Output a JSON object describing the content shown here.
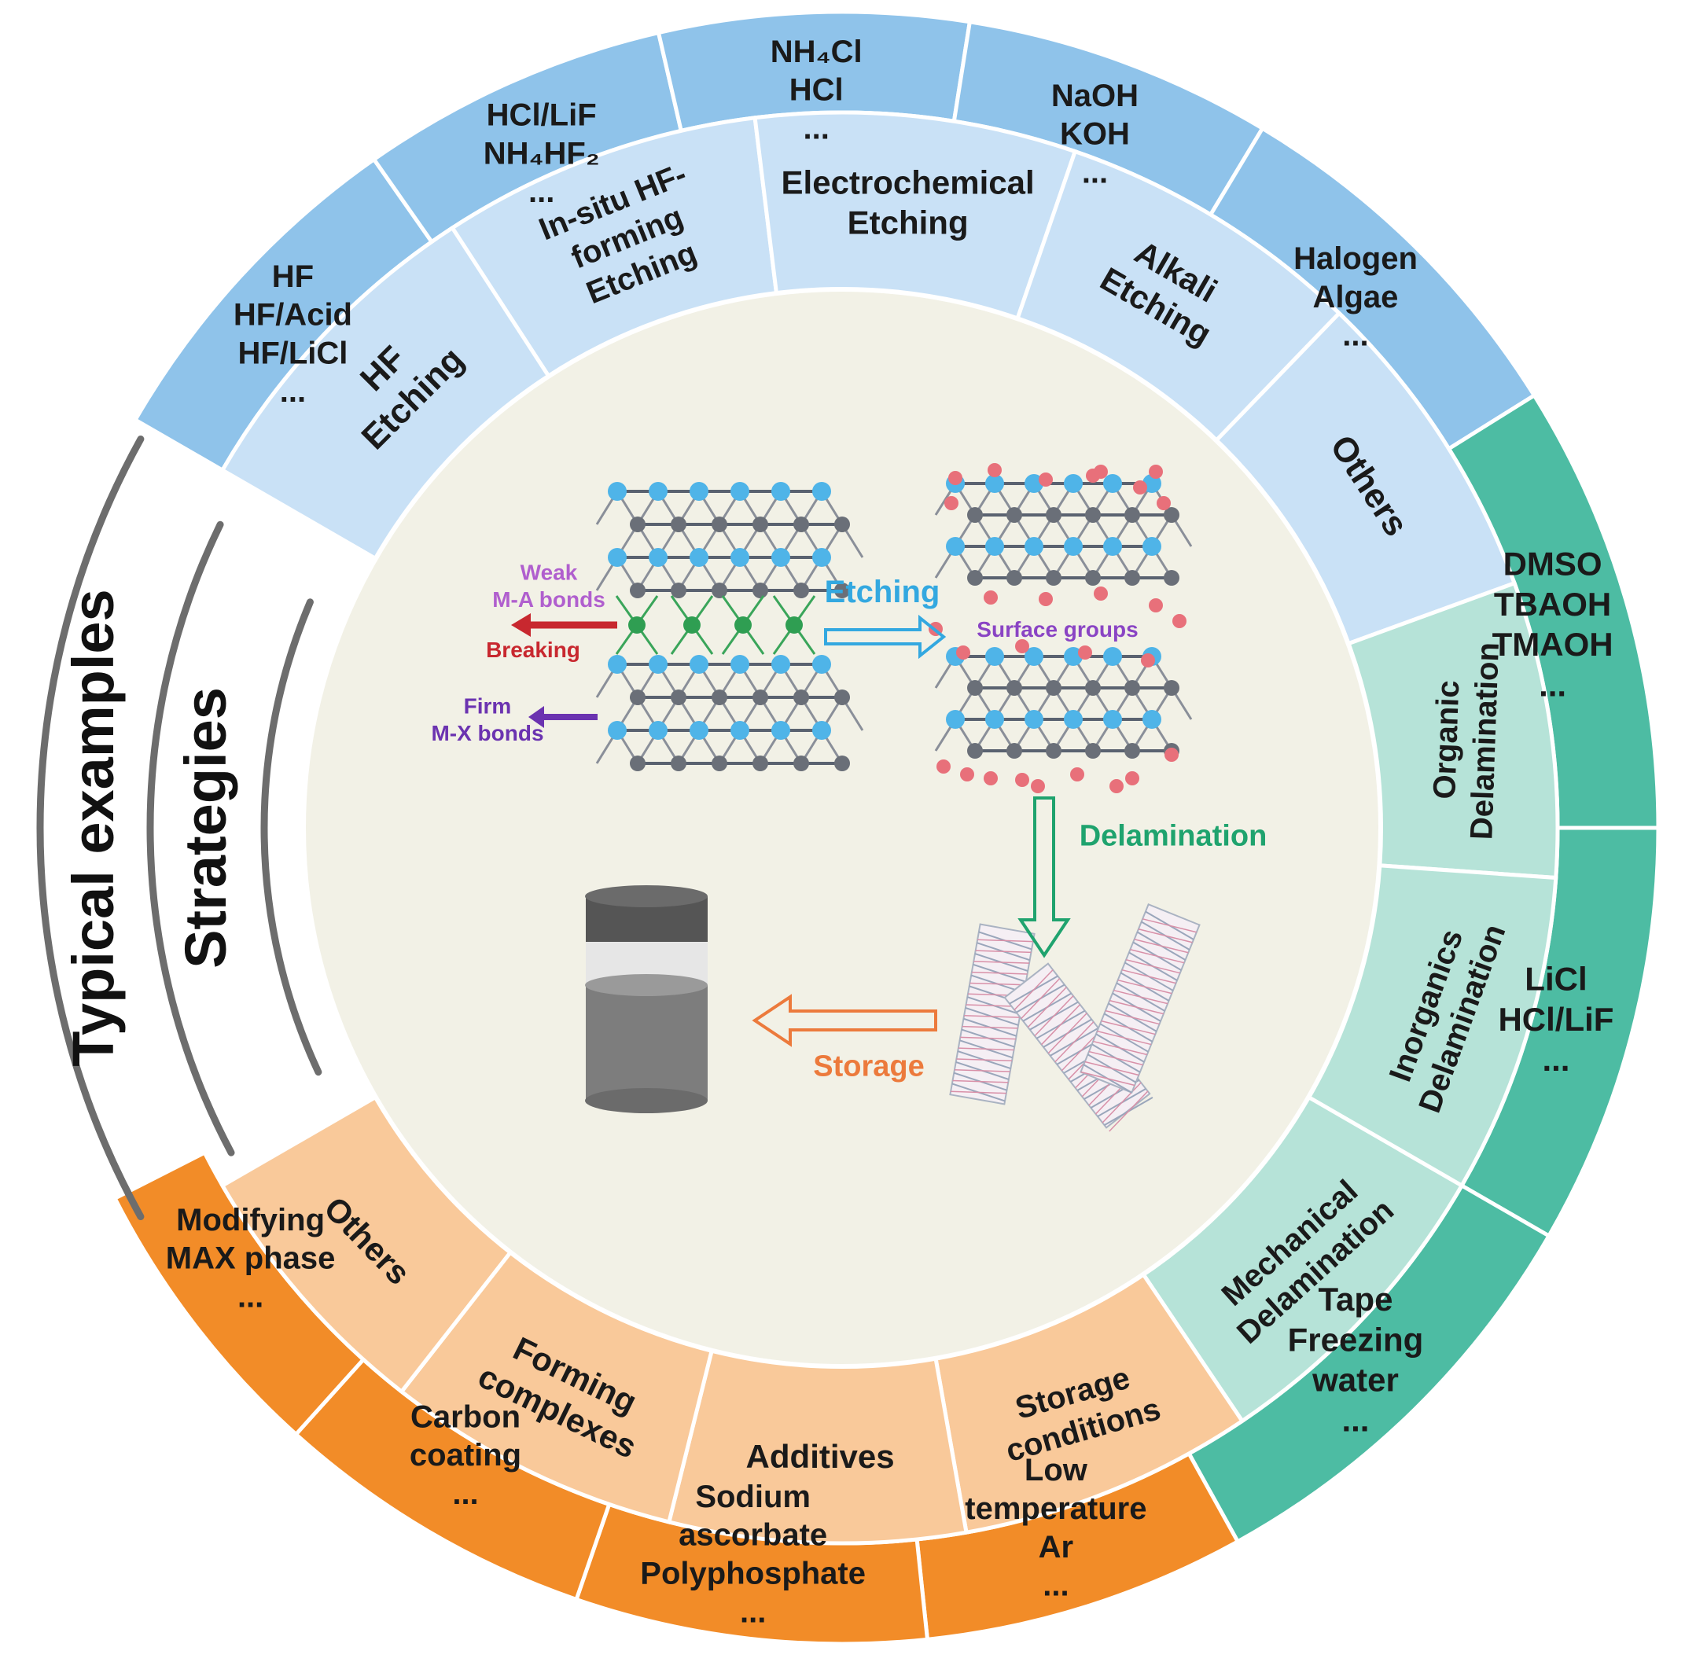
{
  "legend": {
    "outer_ring": "Typical examples",
    "middle_ring": "Strategies"
  },
  "colors": {
    "etching_outer": "#8fc3ea",
    "etching_middle": "#c9e1f6",
    "delam_outer": "#4dbca3",
    "delam_middle": "#b6e3d8",
    "storage_outer": "#f28c28",
    "storage_middle": "#f9c99a",
    "center_fill": "#f2f1e6",
    "legend_fill": "#ffffff",
    "ring_separator": "#ffffff",
    "arc_gray": "#6d6d6d",
    "etching_label": "#33a8e0",
    "delam_label": "#1fa36e",
    "storage_label": "#ec7a3c",
    "weak_label": "#b05fce",
    "breaking_label": "#c8282f",
    "firm_label": "#6b33b0",
    "surface_label": "#8a44c4"
  },
  "etching": {
    "strategies": [
      {
        "lines": [
          "HF",
          "Etching"
        ]
      },
      {
        "lines": [
          "In-situ HF-",
          "forming",
          "Etching"
        ]
      },
      {
        "lines": [
          "Electrochemical",
          "Etching"
        ]
      },
      {
        "lines": [
          "Alkali",
          "Etching"
        ]
      },
      {
        "lines": [
          "Others"
        ]
      }
    ],
    "examples": [
      {
        "lines": [
          "HF",
          "HF/Acid",
          "HF/LiCl",
          "..."
        ]
      },
      {
        "lines": [
          "HCl/LiF",
          "NH₄HF₂",
          "..."
        ]
      },
      {
        "lines": [
          "NH₄Cl",
          "HCl",
          "..."
        ]
      },
      {
        "lines": [
          "NaOH",
          "KOH",
          "..."
        ]
      },
      {
        "lines": [
          "Halogen",
          "Algae",
          "..."
        ]
      }
    ]
  },
  "delamination": {
    "strategies": [
      {
        "lines": [
          "Organic",
          "Delamination"
        ]
      },
      {
        "lines": [
          "Inorganics",
          "Delamination"
        ]
      },
      {
        "lines": [
          "Mechanical",
          "Delamination"
        ]
      }
    ],
    "examples": [
      {
        "lines": [
          "DMSO",
          "TBAOH",
          "TMAOH",
          "..."
        ]
      },
      {
        "lines": [
          "LiCl",
          "HCl/LiF",
          "..."
        ]
      },
      {
        "lines": [
          "Tape",
          "Freezing",
          "water",
          "..."
        ]
      }
    ]
  },
  "storage": {
    "strategies": [
      {
        "lines": [
          "Storage",
          "conditions"
        ]
      },
      {
        "lines": [
          "Additives"
        ]
      },
      {
        "lines": [
          "Forming",
          "complexes"
        ]
      },
      {
        "lines": [
          "Others"
        ]
      }
    ],
    "examples": [
      {
        "lines": [
          "Low",
          "temperature",
          "Ar",
          "..."
        ]
      },
      {
        "lines": [
          "Sodium",
          "ascorbate",
          "Polyphosphate",
          "..."
        ]
      },
      {
        "lines": [
          "Carbon",
          "coating",
          "..."
        ]
      },
      {
        "lines": [
          "Modifying",
          "MAX phase",
          "..."
        ]
      }
    ]
  },
  "center": {
    "weak_label": [
      "Weak",
      "M-A bonds"
    ],
    "breaking_label": "Breaking",
    "firm_label": [
      "Firm",
      "M-X bonds"
    ],
    "etching_label": "Etching",
    "surface_label": "Surface groups",
    "delamination_label": "Delamination",
    "storage_label": "Storage"
  }
}
